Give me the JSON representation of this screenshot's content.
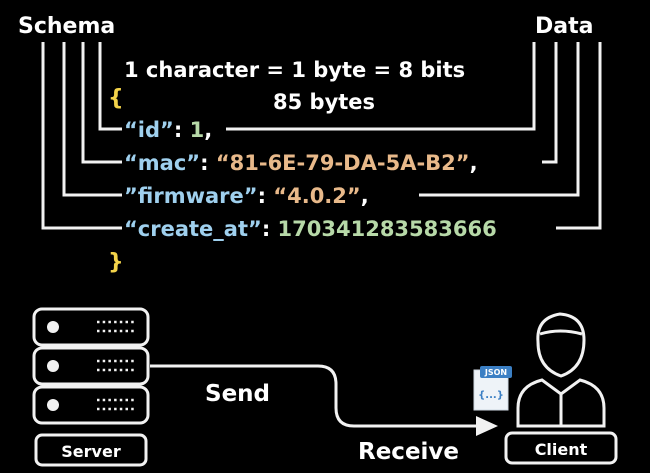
{
  "labels": {
    "schema": "Schema",
    "data": "Data",
    "size_line1": "1 character = 1 byte = 8 bits",
    "size_line2": "85 bytes",
    "send": "Send",
    "receive": "Receive",
    "server": "Server",
    "client": "Client",
    "file_badge": "JSON",
    "file_body": "{...}"
  },
  "json": {
    "open_brace": "{",
    "close_brace": "}",
    "fields": [
      {
        "key": "“id”",
        "colon": ": ",
        "value": "1",
        "trail": ","
      },
      {
        "key": "“mac”",
        "colon": ": ",
        "value": "“81-6E-79-DA-5A-B2”",
        "trail": ","
      },
      {
        "key": "”firmware”",
        "colon": ": ",
        "value": "“4.0.2”",
        "trail": ","
      },
      {
        "key": "“create_at”",
        "colon": ": ",
        "value": "1703412835836​66",
        "trail": ""
      }
    ]
  },
  "colors": {
    "background": "#000000",
    "line": "#f2f2f2",
    "brace": "#f3d34a",
    "key": "#9fd0ee",
    "string": "#e8b98a",
    "number": "#b7d9a8",
    "text": "#ffffff",
    "file": "#3b7fc4"
  }
}
